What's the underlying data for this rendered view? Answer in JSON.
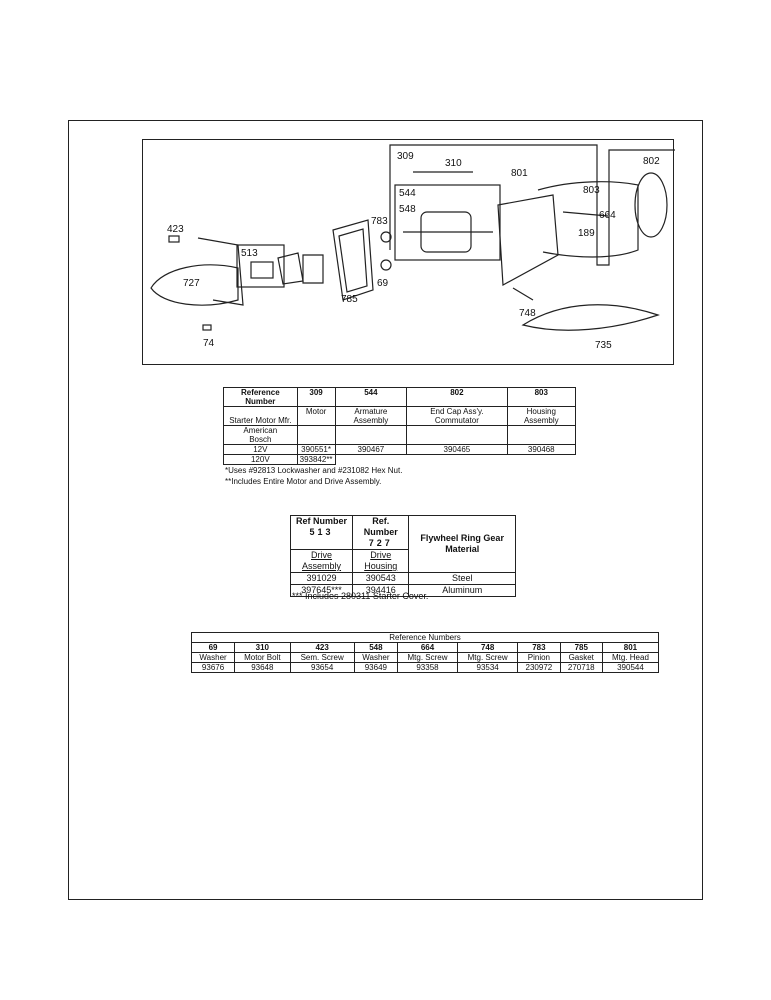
{
  "diagram": {
    "callouts": [
      "309",
      "310",
      "801",
      "802",
      "803",
      "544",
      "548",
      "664",
      "189",
      "783",
      "423",
      "513",
      "727",
      "69",
      "785",
      "748",
      "74",
      "735"
    ]
  },
  "table1": {
    "headers": [
      "Reference Number",
      "309",
      "544",
      "802",
      "803"
    ],
    "row_desc": [
      "Starter Motor Mfr.",
      "Motor",
      "Armature Assembly",
      "End Cap Ass'y. Commutator",
      "Housing Assembly"
    ],
    "mfr_line1": "American",
    "mfr_line2": "Bosch",
    "rows": [
      [
        "12V",
        "390551*",
        "390467",
        "390465",
        "390468"
      ],
      [
        "120V",
        "393842**",
        "",
        "",
        ""
      ]
    ],
    "note1": "*Uses #92813 Lockwasher and #231082 Hex Nut.",
    "note2": "**Includes Entire Motor and Drive Assembly."
  },
  "table2": {
    "h1": "Ref Number",
    "h1_val": "513",
    "h2": "Ref. Number",
    "h2_val": "727",
    "h3": "Flywheel Ring Gear Material",
    "sub1": "Drive Assembly",
    "sub2": "Drive Housing",
    "rows": [
      [
        "391029",
        "390543",
        "Steel"
      ],
      [
        "397645***",
        "394416",
        "Aluminum"
      ]
    ],
    "note": "*** Includes 280311 Starter Cover."
  },
  "table3": {
    "title": "Reference Numbers",
    "refs": [
      "69",
      "310",
      "423",
      "548",
      "664",
      "748",
      "783",
      "785",
      "801"
    ],
    "names": [
      "Washer",
      "Motor Bolt",
      "Sem. Screw",
      "Washer",
      "Mtg. Screw",
      "Mtg. Screw",
      "Pinion",
      "Gasket",
      "Mtg. Head"
    ],
    "parts": [
      "93676",
      "93648",
      "93654",
      "93649",
      "93358",
      "93534",
      "230972",
      "270718",
      "390544"
    ]
  }
}
